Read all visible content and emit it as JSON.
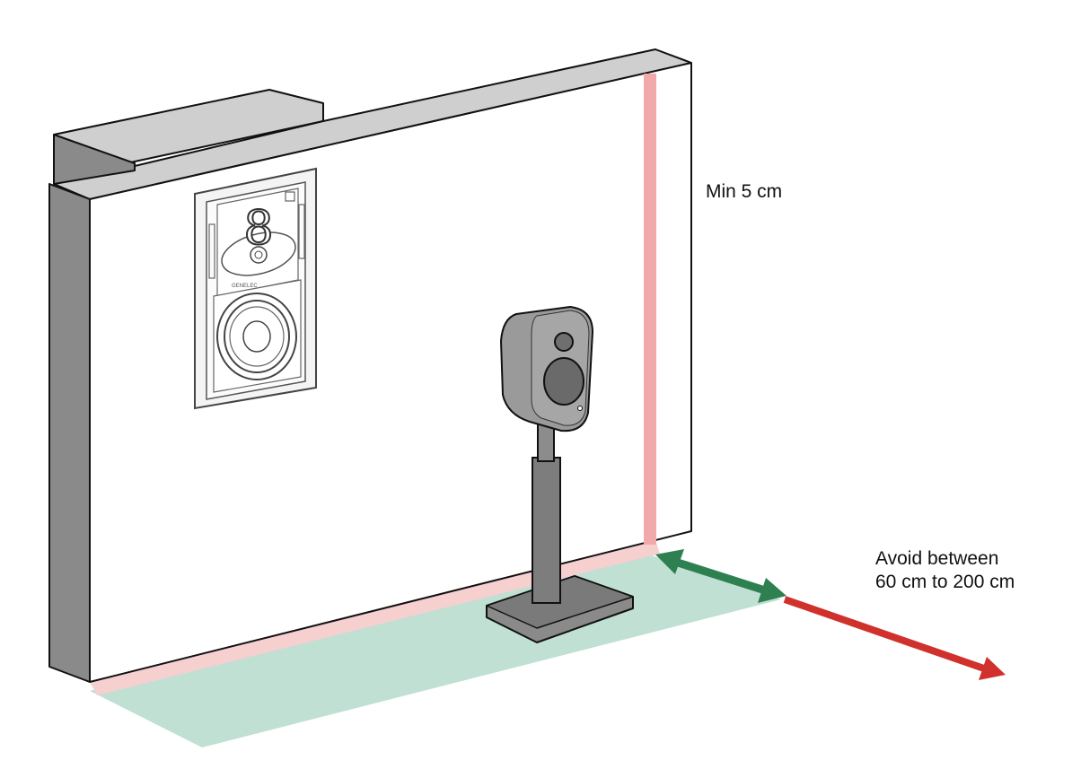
{
  "labels": {
    "min_distance": "Min 5 cm",
    "avoid_line1": "Avoid between",
    "avoid_line2": "60 cm to 200 cm"
  },
  "brand": {
    "logo_text": "GENELEC",
    "logo_numeral": "8"
  },
  "colors": {
    "floor_zone": "#bfe0d3",
    "min_gap_band": "#f2a9a9",
    "ok_arrow": "#2e8050",
    "avoid_arrow": "#d0312d",
    "wall_face": "#ffffff",
    "wall_top": "#cfcfcf",
    "wall_side": "#8a8a8a",
    "speaker": "#9a9a9a",
    "stand": "#7d7d7d"
  },
  "icons": {
    "wall_speaker": "flush-mounted-studio-monitor-icon",
    "stand_speaker": "monitor-on-stand-icon"
  }
}
